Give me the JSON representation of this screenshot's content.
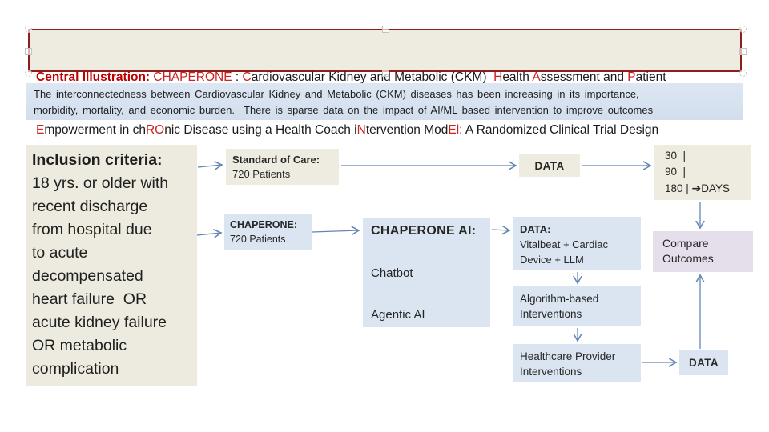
{
  "slide": {
    "title": {
      "line1_segments": [
        {
          "t": "Central Illustration: ",
          "cls": "rb"
        },
        {
          "t": "CHAPERONE",
          "cls": "r"
        },
        {
          "t": " : ",
          "cls": ""
        },
        {
          "t": "C",
          "cls": "r"
        },
        {
          "t": "ardiovascular Kidney and Metabolic (CKM)  ",
          "cls": ""
        },
        {
          "t": "H",
          "cls": "r"
        },
        {
          "t": "ealth ",
          "cls": ""
        },
        {
          "t": "A",
          "cls": "r"
        },
        {
          "t": "ssessment and ",
          "cls": ""
        },
        {
          "t": "P",
          "cls": "r"
        },
        {
          "t": "atient",
          "cls": ""
        }
      ],
      "line2_segments": [
        {
          "t": "E",
          "cls": "r"
        },
        {
          "t": "mpowerment in ch",
          "cls": ""
        },
        {
          "t": "RO",
          "cls": "r"
        },
        {
          "t": "nic Disease using a Health Coach i",
          "cls": ""
        },
        {
          "t": "N",
          "cls": "r"
        },
        {
          "t": "tervention Mod",
          "cls": ""
        },
        {
          "t": "El",
          "cls": "r"
        },
        {
          "t": ": A Randomized Clinical Trial Design",
          "cls": ""
        }
      ]
    },
    "intro": {
      "lines": [
        "The interconnectedness between Cardiovascular Kidney and Metabolic (CKM) diseases has been increasing in its importance,",
        "morbidity, mortality, and economic burden.  There is sparse data on the impact of AI/ML based intervention to improve outcomes"
      ]
    },
    "inclusion": {
      "title": "Inclusion criteria:",
      "lines": [
        "18 yrs. or older with",
        "recent discharge",
        "from hospital due",
        "to acute",
        "decompensated",
        "heart failure  OR",
        "acute kidney failure",
        "OR metabolic",
        "complication"
      ]
    },
    "flow": {
      "standard_of_care": {
        "title": "Standard of Care:",
        "subtitle": "720 Patients"
      },
      "chaperone_arm": {
        "title": "CHAPERONE:",
        "subtitle": "720 Patients"
      },
      "chaperone_ai": {
        "title": "CHAPERONE AI:",
        "items": [
          "Chatbot",
          "Agentic AI"
        ]
      },
      "data_top": {
        "label": "DATA"
      },
      "days": {
        "lines": [
          "30  |",
          "90  |"
        ],
        "last_line": {
          "prefix": "180 | ",
          "arrow": "➔",
          "label": "DAYS"
        }
      },
      "vitalbeat": {
        "title": "DATA:",
        "lines": [
          "Vitalbeat + Cardiac",
          "Device + LLM"
        ]
      },
      "algorithm": {
        "lines": [
          "Algorithm-based",
          "Interventions"
        ]
      },
      "healthcare": {
        "lines": [
          "Healthcare Provider",
          "Interventions"
        ]
      },
      "data_bottom": {
        "label": "DATA"
      },
      "compare": {
        "lines": [
          "Compare",
          "Outcomes"
        ]
      }
    },
    "colors": {
      "cream_fill": "#EEECE1",
      "blue_fill": "#DBE5F1",
      "lavender_fill": "#E5DFEC",
      "title_border_red": "#8E1D1D",
      "accent_red_bold": "#C00000",
      "accent_red": "#CC2222",
      "arrow_line": "#6285B4"
    }
  }
}
